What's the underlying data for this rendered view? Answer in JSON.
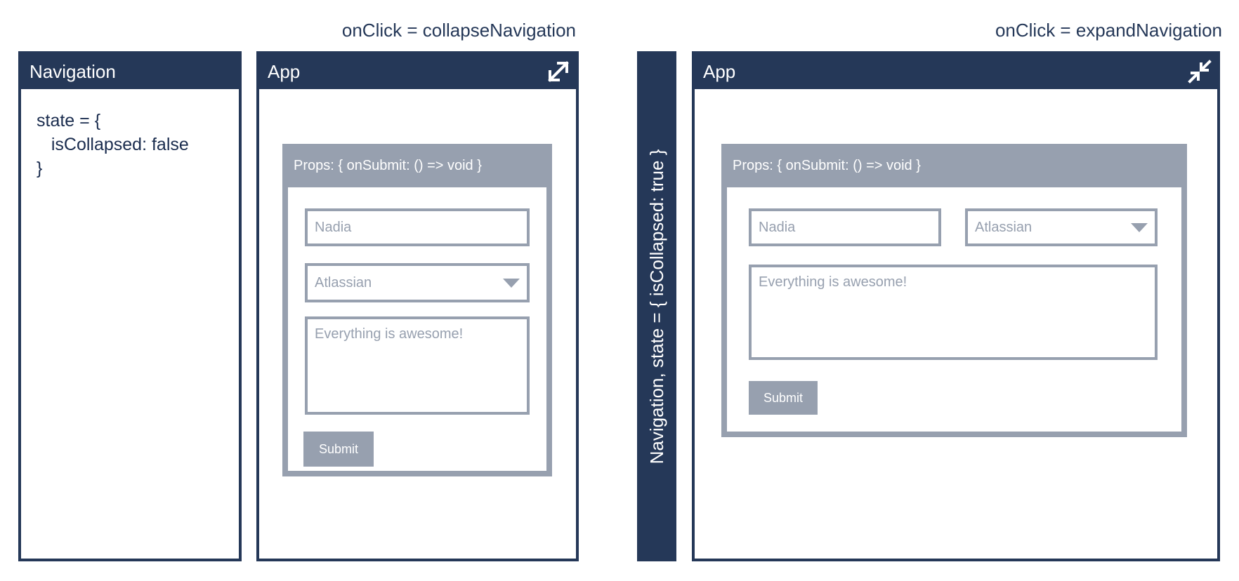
{
  "left": {
    "caption": "onClick = collapseNavigation",
    "navigation": {
      "title": "Navigation",
      "code_lines": [
        "state = {",
        "   isCollapsed: false",
        "}"
      ]
    },
    "app": {
      "title": "App",
      "icon": "expand-icon",
      "form": {
        "props_label": "Props: { onSubmit: () => void }",
        "name_value": "Nadia",
        "company_value": "Atlassian",
        "message_value": "Everything is awesome!",
        "submit_label": "Submit"
      }
    }
  },
  "right": {
    "caption": "onClick = expandNavigation",
    "collapsed_navigation_label": "Navigation, state = { isCollapsed: true }",
    "app": {
      "title": "App",
      "icon": "collapse-icon",
      "form": {
        "props_label": "Props: { onSubmit: () => void }",
        "name_value": "Nadia",
        "company_value": "Atlassian",
        "message_value": "Everything is awesome!",
        "submit_label": "Submit"
      }
    }
  },
  "colors": {
    "navy": "#253858",
    "grey": "#97a0af",
    "white": "#ffffff"
  }
}
